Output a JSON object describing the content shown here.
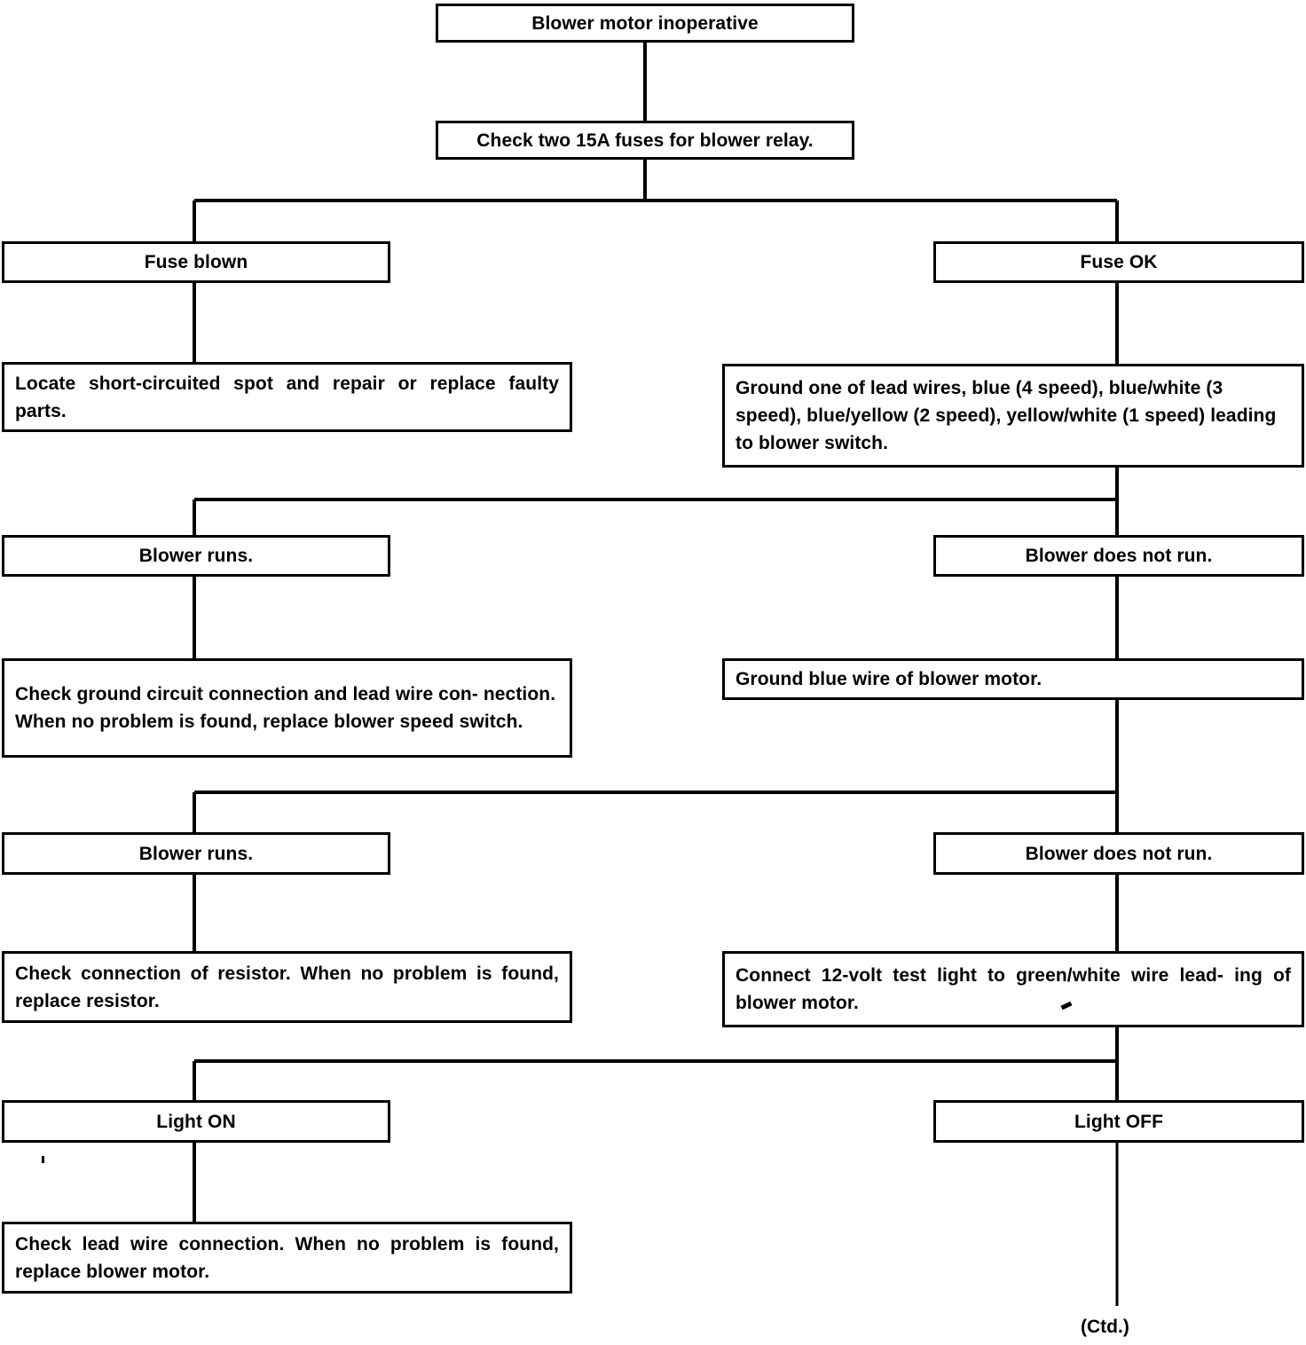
{
  "chart_data": {
    "type": "diagram",
    "title": "Blower motor inoperative troubleshooting flowchart",
    "diagram_kind": "flowchart",
    "nodes": [
      {
        "id": "n1",
        "text": "Blower motor inoperative",
        "align": "center"
      },
      {
        "id": "n2",
        "text": "Check two 15A fuses for blower relay.",
        "align": "center"
      },
      {
        "id": "n3",
        "text": "Fuse blown",
        "align": "center"
      },
      {
        "id": "n4",
        "text": "Fuse OK",
        "align": "center"
      },
      {
        "id": "n5",
        "text": "Locate short-circuited spot and repair or replace faulty parts.",
        "align": "justify"
      },
      {
        "id": "n6",
        "text": "Ground one of lead wires, blue (4 speed), blue/white (3 speed), blue/yellow (2 speed), yellow/white (1 speed) leading to blower switch.",
        "align": "left"
      },
      {
        "id": "n7",
        "text": "Blower runs.",
        "align": "center"
      },
      {
        "id": "n8",
        "text": "Blower does not run.",
        "align": "center"
      },
      {
        "id": "n9",
        "text": "Check ground circuit connection and lead wire con- nection. When no problem is found, replace blower speed switch.",
        "align": "left"
      },
      {
        "id": "n10",
        "text": "Ground blue wire of blower motor.",
        "align": "left"
      },
      {
        "id": "n11",
        "text": "Blower runs.",
        "align": "center"
      },
      {
        "id": "n12",
        "text": "Blower does not run.",
        "align": "center"
      },
      {
        "id": "n13",
        "text": "Check connection of resistor. When no problem is found, replace resistor.",
        "align": "justify"
      },
      {
        "id": "n14",
        "text": "Connect 12-volt test light to green/white wire lead- ing of blower motor.",
        "align": "justify"
      },
      {
        "id": "n15",
        "text": "Light ON",
        "align": "center"
      },
      {
        "id": "n16",
        "text": "Light OFF",
        "align": "center"
      },
      {
        "id": "n17",
        "text": "Check lead wire connection. When no problem is found, replace blower motor.",
        "align": "justify"
      }
    ],
    "edges": [
      {
        "from": "n1",
        "to": "n2"
      },
      {
        "from": "n2",
        "to": "n3",
        "label": ""
      },
      {
        "from": "n2",
        "to": "n4",
        "label": ""
      },
      {
        "from": "n3",
        "to": "n5"
      },
      {
        "from": "n4",
        "to": "n6"
      },
      {
        "from": "n6",
        "to": "n7"
      },
      {
        "from": "n6",
        "to": "n8"
      },
      {
        "from": "n7",
        "to": "n9"
      },
      {
        "from": "n8",
        "to": "n10"
      },
      {
        "from": "n10",
        "to": "n11"
      },
      {
        "from": "n10",
        "to": "n12"
      },
      {
        "from": "n11",
        "to": "n13"
      },
      {
        "from": "n12",
        "to": "n14"
      },
      {
        "from": "n14",
        "to": "n15"
      },
      {
        "from": "n14",
        "to": "n16"
      },
      {
        "from": "n15",
        "to": "n17"
      },
      {
        "from": "n16",
        "to": "ctd"
      }
    ],
    "continuation_label": "(Ctd.)",
    "stroke_color": "#000000",
    "background_color": "#ffffff"
  },
  "nodes": {
    "n1": "Blower motor inoperative",
    "n2": "Check two 15A fuses for blower relay.",
    "n3": "Fuse blown",
    "n4": "Fuse OK",
    "n5": "Locate short-circuited spot and repair or replace faulty parts.",
    "n6": "Ground one of lead wires, blue (4 speed), blue/white (3 speed), blue/yellow (2 speed), yellow/white (1 speed) leading to blower switch.",
    "n7": "Blower runs.",
    "n8": "Blower does not run.",
    "n9": "Check ground circuit connection and lead wire con- nection. When no problem is found, replace blower speed switch.",
    "n10": "Ground blue wire of blower motor.",
    "n11": "Blower runs.",
    "n12": "Blower does not run.",
    "n13": "Check connection of resistor. When no problem is found, replace resistor.",
    "n14": "Connect 12-volt test light to green/white wire lead- ing of blower motor.",
    "n15": "Light ON",
    "n16": "Light OFF",
    "n17": "Check lead wire connection. When no problem is found, replace blower motor."
  },
  "continuation": {
    "label": "(Ctd.)"
  }
}
